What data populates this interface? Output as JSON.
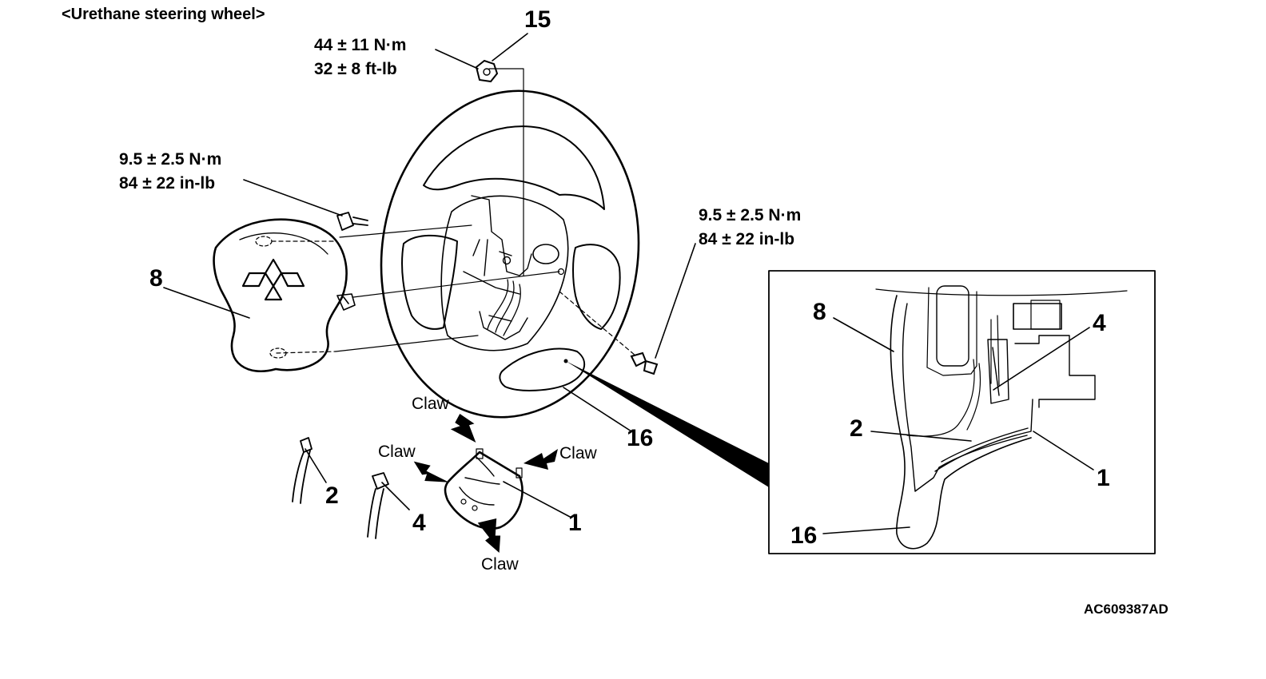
{
  "title": "<Urethane steering wheel>",
  "reference_code": "AC609387AD",
  "torque_specs": {
    "nut_15": {
      "metric": "44 ± 11 N·m",
      "imperial": "32 ± 8 ft-lb"
    },
    "left_bolt": {
      "metric": "9.5 ± 2.5 N·m",
      "imperial": "84 ± 22 in-lb"
    },
    "right_bolt": {
      "metric": "9.5 ± 2.5 N·m",
      "imperial": "84 ± 22 in-lb"
    }
  },
  "callouts": {
    "nut": "15",
    "airbag_module": "8",
    "steering_wheel": "16",
    "lower_cover": "1",
    "connector_2": "2",
    "connector_4": "4"
  },
  "claw_labels": [
    "Claw",
    "Claw",
    "Claw",
    "Claw"
  ],
  "detail_view": {
    "callouts": {
      "airbag_module": "8",
      "connector_4": "4",
      "connector_2": "2",
      "lower_cover": "1",
      "steering_wheel": "16"
    }
  }
}
